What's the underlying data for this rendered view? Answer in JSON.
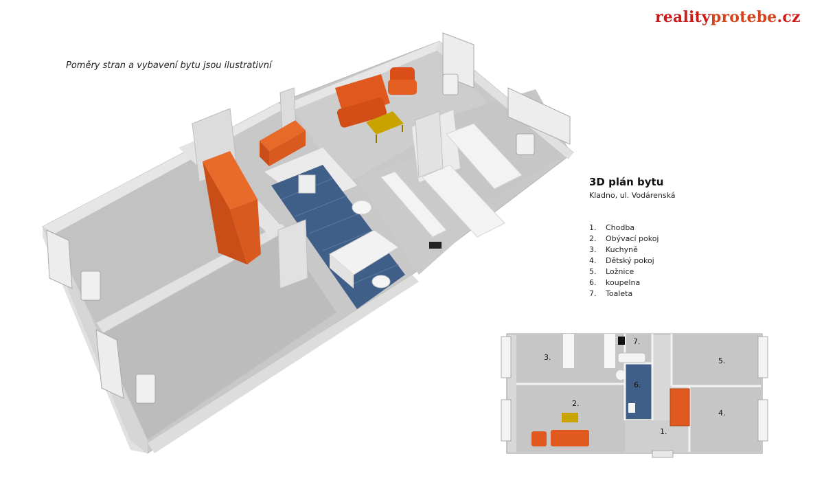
{
  "note": "Poměry stran a vybavení bytu jsou ilustrativní",
  "logo": {
    "part1": "reality",
    "part2": "protebe",
    "part3": ".cz"
  },
  "info": {
    "title": "3D plán bytu",
    "subtitle": "Kladno, ul. Vodárenská"
  },
  "legend": [
    {
      "num": "1.",
      "label": "Chodba"
    },
    {
      "num": "2.",
      "label": "Obývací pokoj"
    },
    {
      "num": "3.",
      "label": "Kuchyně"
    },
    {
      "num": "4.",
      "label": "Dětský pokoj"
    },
    {
      "num": "5.",
      "label": "Ložnice"
    },
    {
      "num": "6.",
      "label": "koupelna"
    },
    {
      "num": "7.",
      "label": "Toaleta"
    }
  ],
  "plan_labels": {
    "r1": "1.",
    "r2": "2.",
    "r3": "3.",
    "r4": "4.",
    "r5": "5.",
    "r6": "6.",
    "r7": "7."
  },
  "colors": {
    "furniture": "#e05a1f",
    "table": "#c9a400",
    "bath_floor": "#3f5f88",
    "walls": "#dcdcdc",
    "floor": "#bdbdbd"
  }
}
